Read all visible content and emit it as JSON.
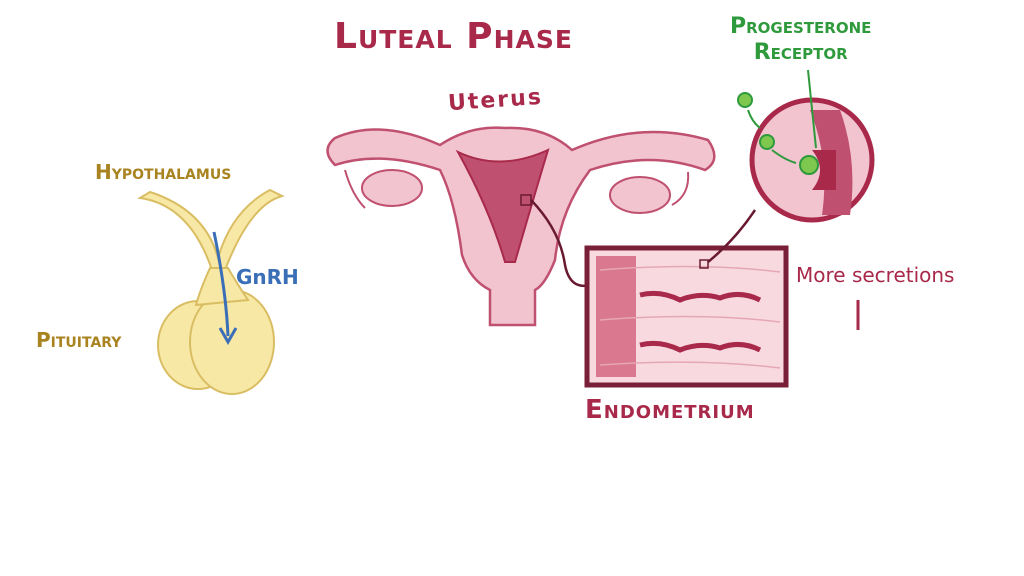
{
  "diagram": {
    "title": "Luteal Phase",
    "uterus_label": "Uterus",
    "progesterone_receptor_label": [
      "Progesterone",
      "Receptor"
    ],
    "hypothalamus_label": "Hypothalamus",
    "pituitary_label": "Pituitary",
    "gnrh_label": "GnRH",
    "endometrium_label": "Endometrium",
    "more_secretions_label": "More secretions"
  },
  "colors": {
    "title": "#a8294a",
    "receptor_text": "#2f9a3c",
    "gland_text": "#a88320",
    "gnrh_arrow": "#3a6fb8",
    "tissue": "#f2c4cf",
    "tissue_dark": "#c05070",
    "gland_fill": "#f8e8a6"
  }
}
